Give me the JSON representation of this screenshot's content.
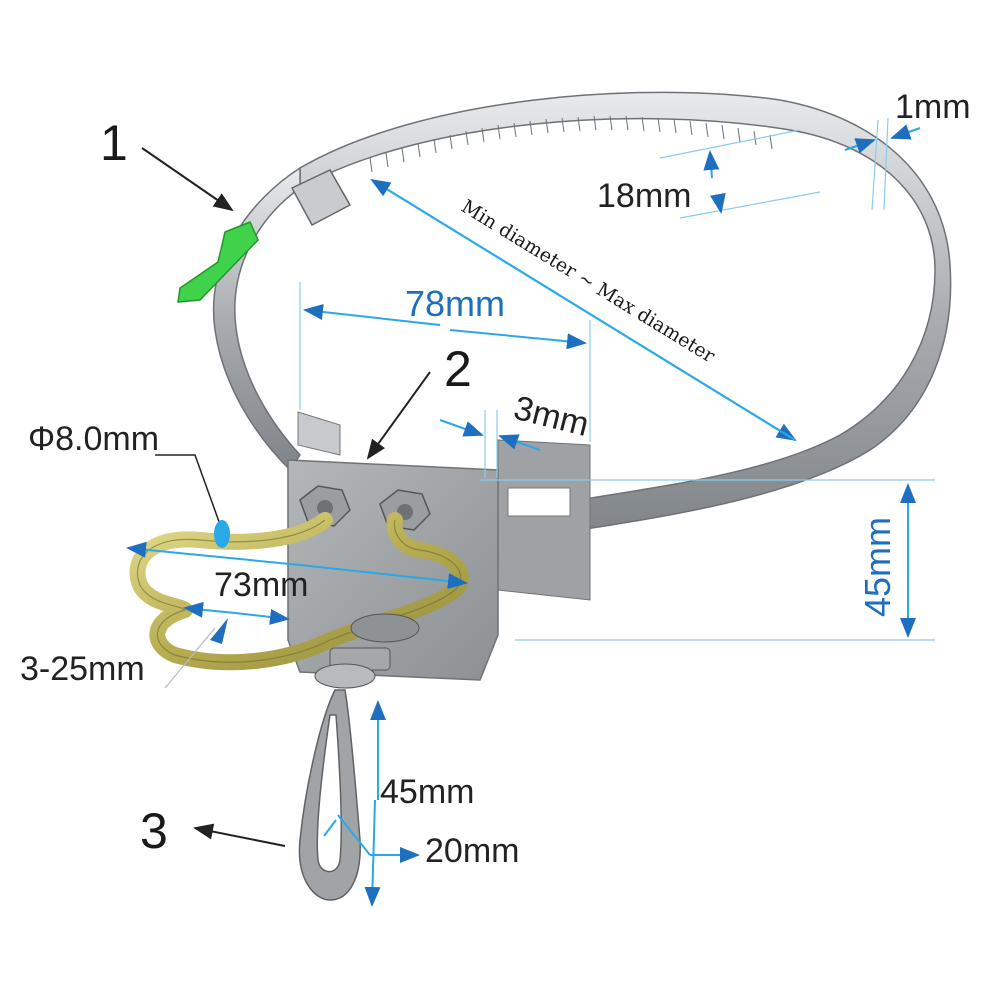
{
  "callouts": {
    "part1": "1",
    "part2": "2",
    "part3": "3"
  },
  "dimensions": {
    "band_thickness": "1mm",
    "band_width": "18mm",
    "band_diameter": "Min diameter ~ Max diameter",
    "bracket_width": "78mm",
    "bracket_thickness": "3mm",
    "bracket_height": "45mm",
    "bolt_diameter": "Φ8.0mm",
    "hook_span": "73mm",
    "hook_range": "3-25mm",
    "link_length": "45mm",
    "link_width": "20mm"
  },
  "colors": {
    "dimension_line": "#2aa8e8",
    "dimension_text": "#1f6fc0",
    "steel_band": "#b9bcbf",
    "yellow_hook": "#c8c06a",
    "green_tag": "#3fd24a"
  }
}
